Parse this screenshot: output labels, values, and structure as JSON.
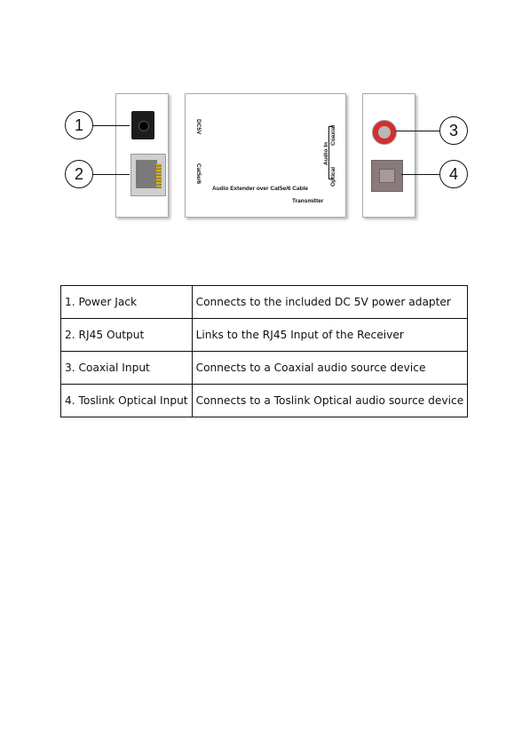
{
  "callouts": [
    "1",
    "2",
    "3",
    "4"
  ],
  "device": {
    "power_label": "DC5V",
    "cat_label": "Cat5e/6",
    "product_name": "Audio Extender over Cat5e/6 Cable",
    "unit_type": "Transmitter",
    "audio_in_label": "Audio In",
    "coaxial_label": "Coaxial",
    "optical_label": "Optical"
  },
  "colors": {
    "coax_ring": "#d32f2f",
    "rj45_contacts": "#e0b000",
    "panel_border": "#a9a9a9"
  },
  "table": {
    "rows": [
      {
        "name": "1. Power Jack",
        "desc": "Connects to the included DC 5V power adapter"
      },
      {
        "name": "2. RJ45 Output",
        "desc": "Links to the RJ45 Input of the Receiver"
      },
      {
        "name": "3. Coaxial Input",
        "desc": "Connects to a Coaxial audio source device"
      },
      {
        "name": "4. Toslink Optical Input",
        "desc": "Connects to a Toslink Optical audio source device"
      }
    ]
  }
}
